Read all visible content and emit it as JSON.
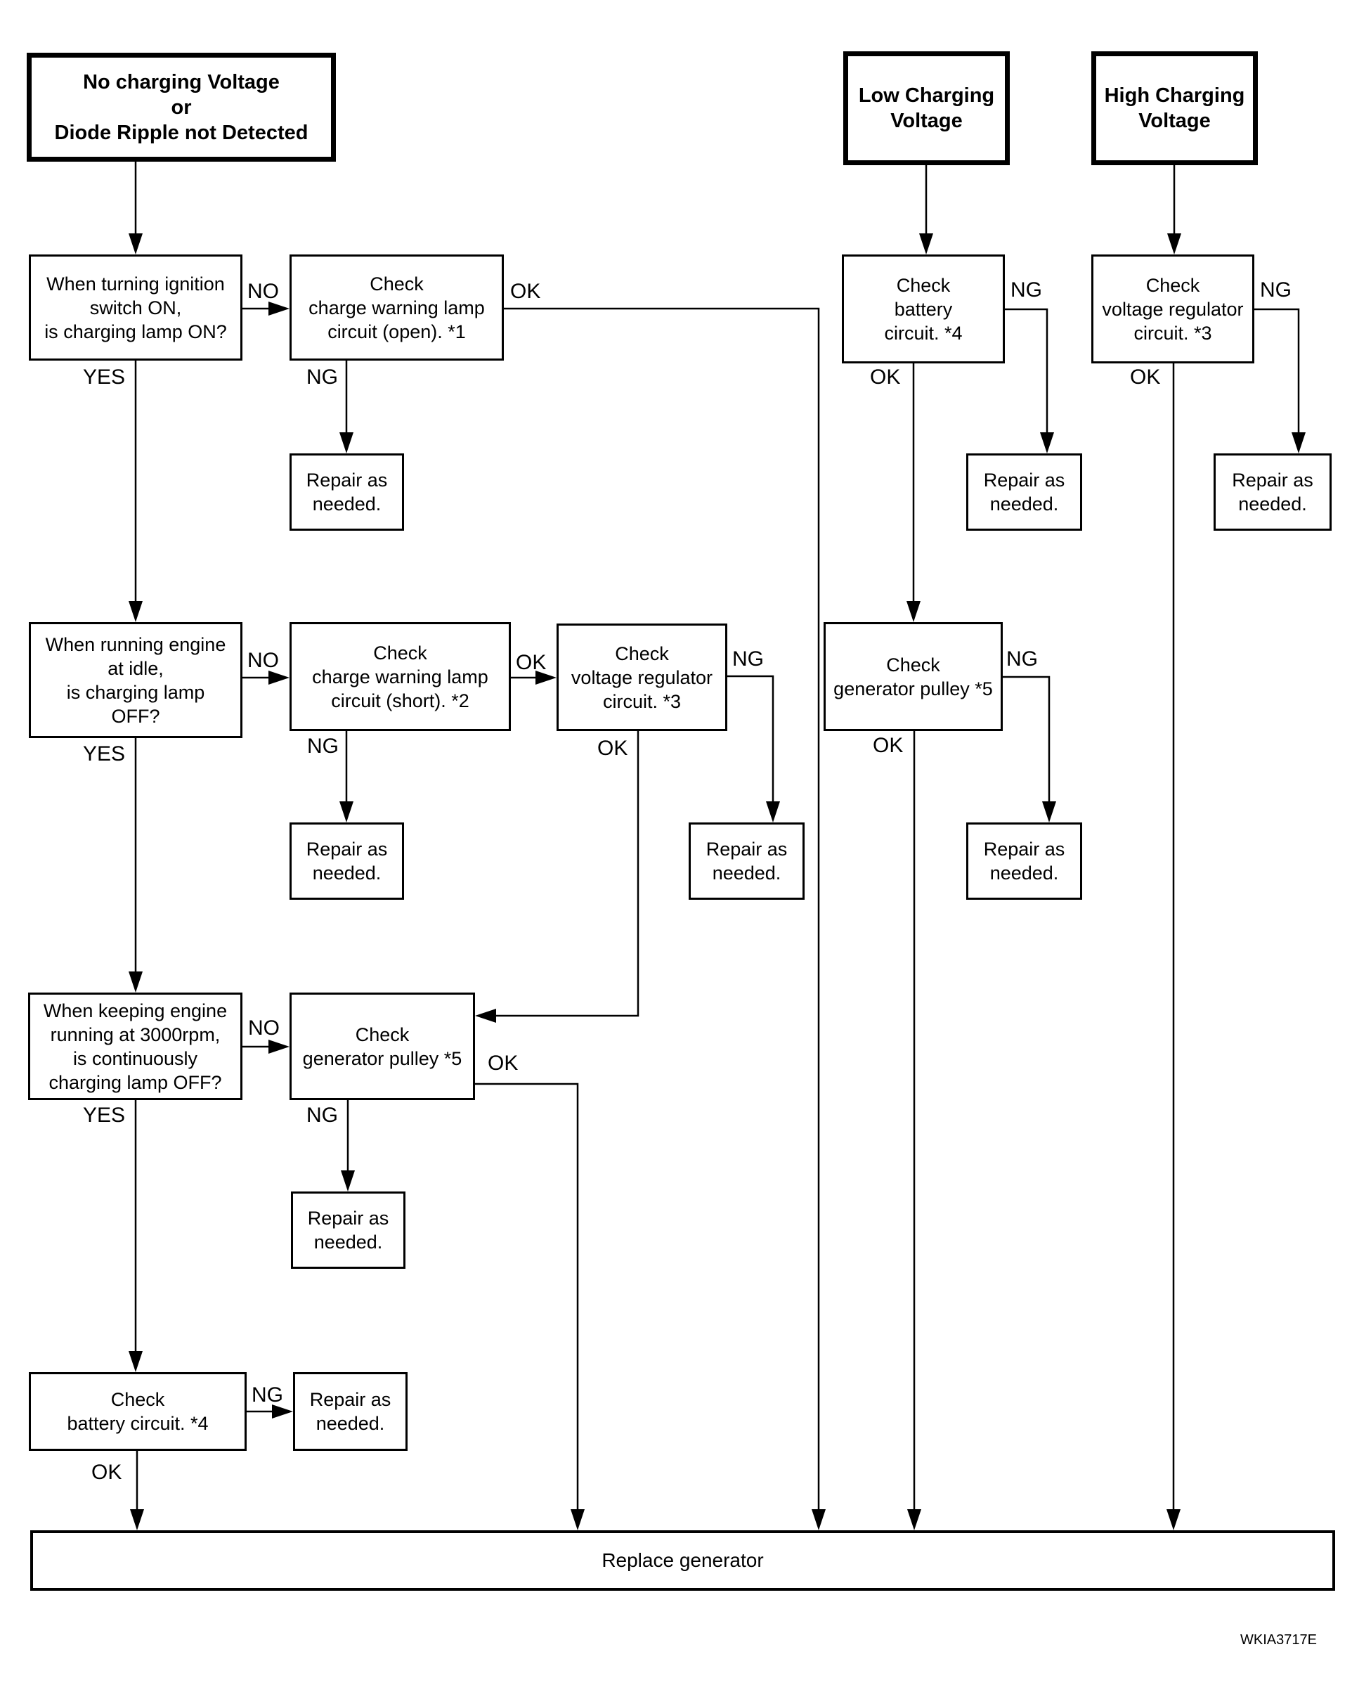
{
  "nodes": {
    "no_charging": "No charging Voltage\nor\nDiode Ripple not Detected",
    "low_charging": "Low Charging\nVoltage",
    "high_charging": "High Charging\nVoltage",
    "q_ignition": "When turning ignition\nswitch ON,\nis charging lamp ON?",
    "check_lamp_open": "Check\ncharge warning lamp\ncircuit (open). *1",
    "check_battery_top": "Check\nbattery\ncircuit. *4",
    "check_voltreg_top": "Check\nvoltage regulator\ncircuit. *3",
    "q_idle": "When running engine\nat idle,\nis charging lamp\nOFF?",
    "check_lamp_short": "Check\ncharge warning lamp\ncircuit (short). *2",
    "check_voltreg_mid": "Check\nvoltage regulator\ncircuit. *3",
    "check_pulley_right": "Check\ngenerator pulley *5",
    "q_3000rpm": "When keeping engine\nrunning at 3000rpm,\nis continuously\ncharging lamp OFF?",
    "check_pulley_mid": "Check\ngenerator pulley *5",
    "check_battery_bottom": "Check\nbattery circuit. *4",
    "repair": "Repair as\nneeded.",
    "replace": "Replace generator"
  },
  "labels": {
    "yes": "YES",
    "no": "NO",
    "ok": "OK",
    "ng": "NG"
  },
  "watermark": "WKIA3717E"
}
